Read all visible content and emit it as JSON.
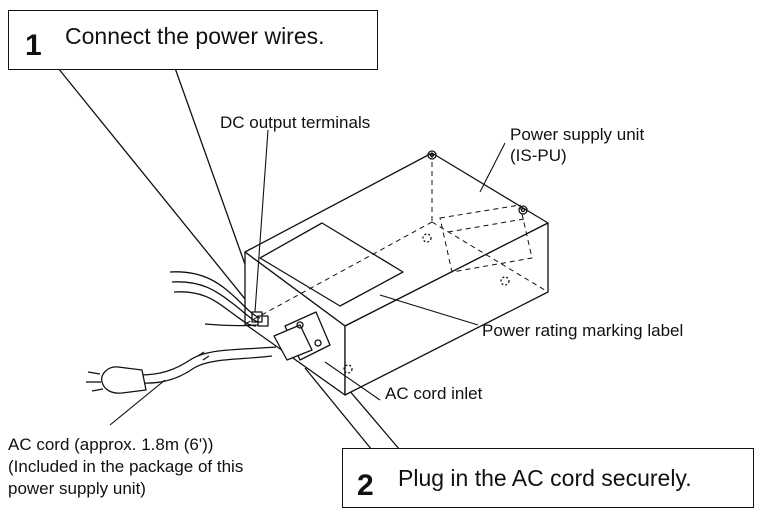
{
  "step1": {
    "number": "1",
    "text": "Connect the power wires."
  },
  "step2": {
    "number": "2",
    "text": "Plug in the AC cord securely."
  },
  "labels": {
    "dc_terminals": "DC output terminals",
    "psu_line1": "Power supply unit",
    "psu_line2": "(IS-PU)",
    "rating_label": "Power rating marking label",
    "ac_inlet": "AC cord inlet",
    "ac_cord_line1": "AC cord (approx. 1.8m (6'))",
    "ac_cord_line2": "(Included in the package of this",
    "ac_cord_line3": "power supply unit)"
  },
  "colors": {
    "line": "#111111",
    "background": "#ffffff"
  }
}
